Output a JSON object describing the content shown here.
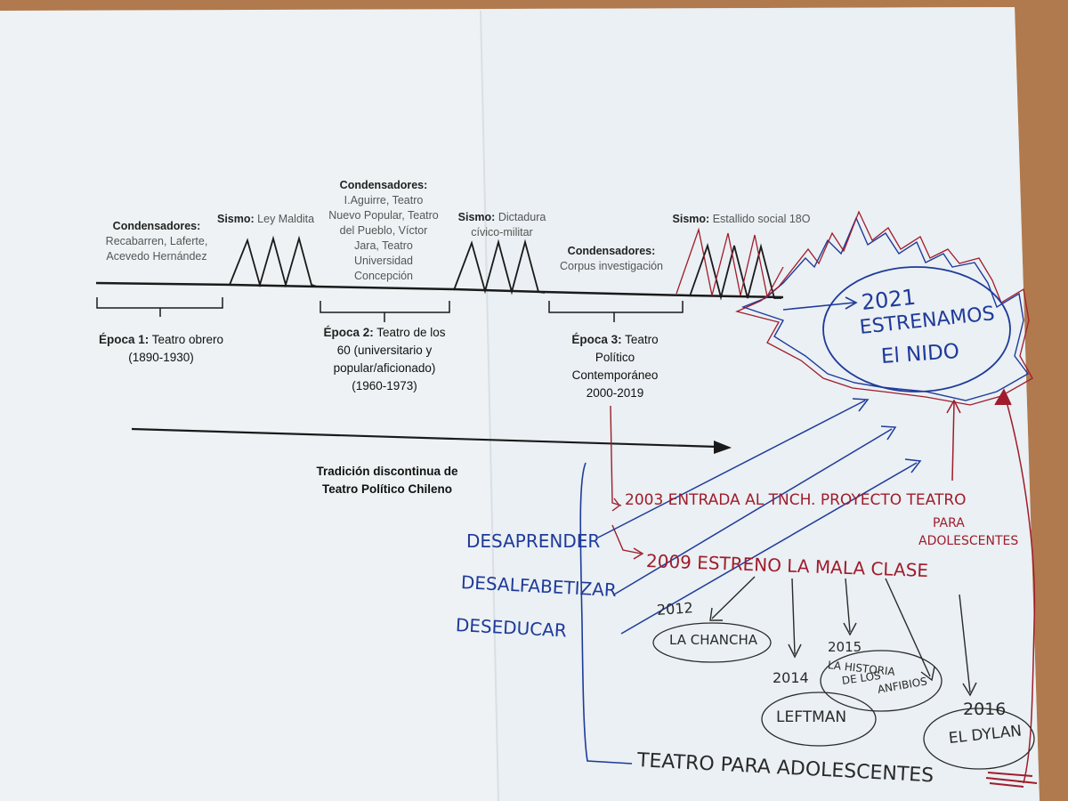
{
  "printed": {
    "cond1": {
      "title": "Condensadores:",
      "text": "Recabarren, Laferte, Acevedo Hernández"
    },
    "sismo1": {
      "label": "Sismo:",
      "text": "Ley Maldita"
    },
    "cond2": {
      "title": "Condensadores:",
      "text": "I.Aguirre, Teatro Nuevo Popular, Teatro del Pueblo, Víctor Jara, Teatro Universidad Concepción"
    },
    "sismo2": {
      "label": "Sismo:",
      "text": "Dictadura cívico-militar"
    },
    "cond3": {
      "title": "Condensadores:",
      "text": "Corpus investigación"
    },
    "sismo3": {
      "label": "Sismo:",
      "text": "Estallido social 18O"
    },
    "epoca1": {
      "label": "Época 1:",
      "text": "Teatro obrero (1890-1930)"
    },
    "epoca2": {
      "label": "Época 2:",
      "text": "Teatro de los 60 (universitario y popular/aficionado) (1960-1973)"
    },
    "epoca3": {
      "label": "Época 3:",
      "text": "Teatro Político Contemporáneo 2000-2019"
    },
    "tradicion": "Tradición discontinua de Teatro Político Chileno"
  },
  "handwritten": {
    "estreno_2021_l1": "2021",
    "estreno_2021_l2": "ESTRENAMOS",
    "estreno_2021_l3": "El NIDO",
    "entrada_2003": "2003 ENTRADA AL TNCH. PROYECTO TEATRO",
    "para": "PARA",
    "adolescentes": "ADOLESCENTES",
    "estreno_2009": "2009 ESTRENO LA MALA CLASE",
    "desaprender": "DESAPRENDER",
    "desalfabetizar": "DESALFABETIZAR",
    "deseducar": "DESEDUCAR",
    "year_2012": "2012",
    "la_chancha": "LA CHANCHA",
    "year_2014": "2014",
    "leftman": "LEFTMAN",
    "year_2015": "2015",
    "historia_l1": "LA HISTORIA",
    "historia_l2": "DE LOS",
    "historia_l3": "ANFIBIOS",
    "year_2016": "2016",
    "dylan": "EL DYLAN",
    "teatro_adolescentes": "TEATRO PARA ADOLESCENTES"
  },
  "colors": {
    "paper": "#eef2f4",
    "background": "#b07a4e",
    "blue_ink": "#1f3a9a",
    "red_ink": "#a01c2c",
    "black": "#1a1a1a"
  }
}
